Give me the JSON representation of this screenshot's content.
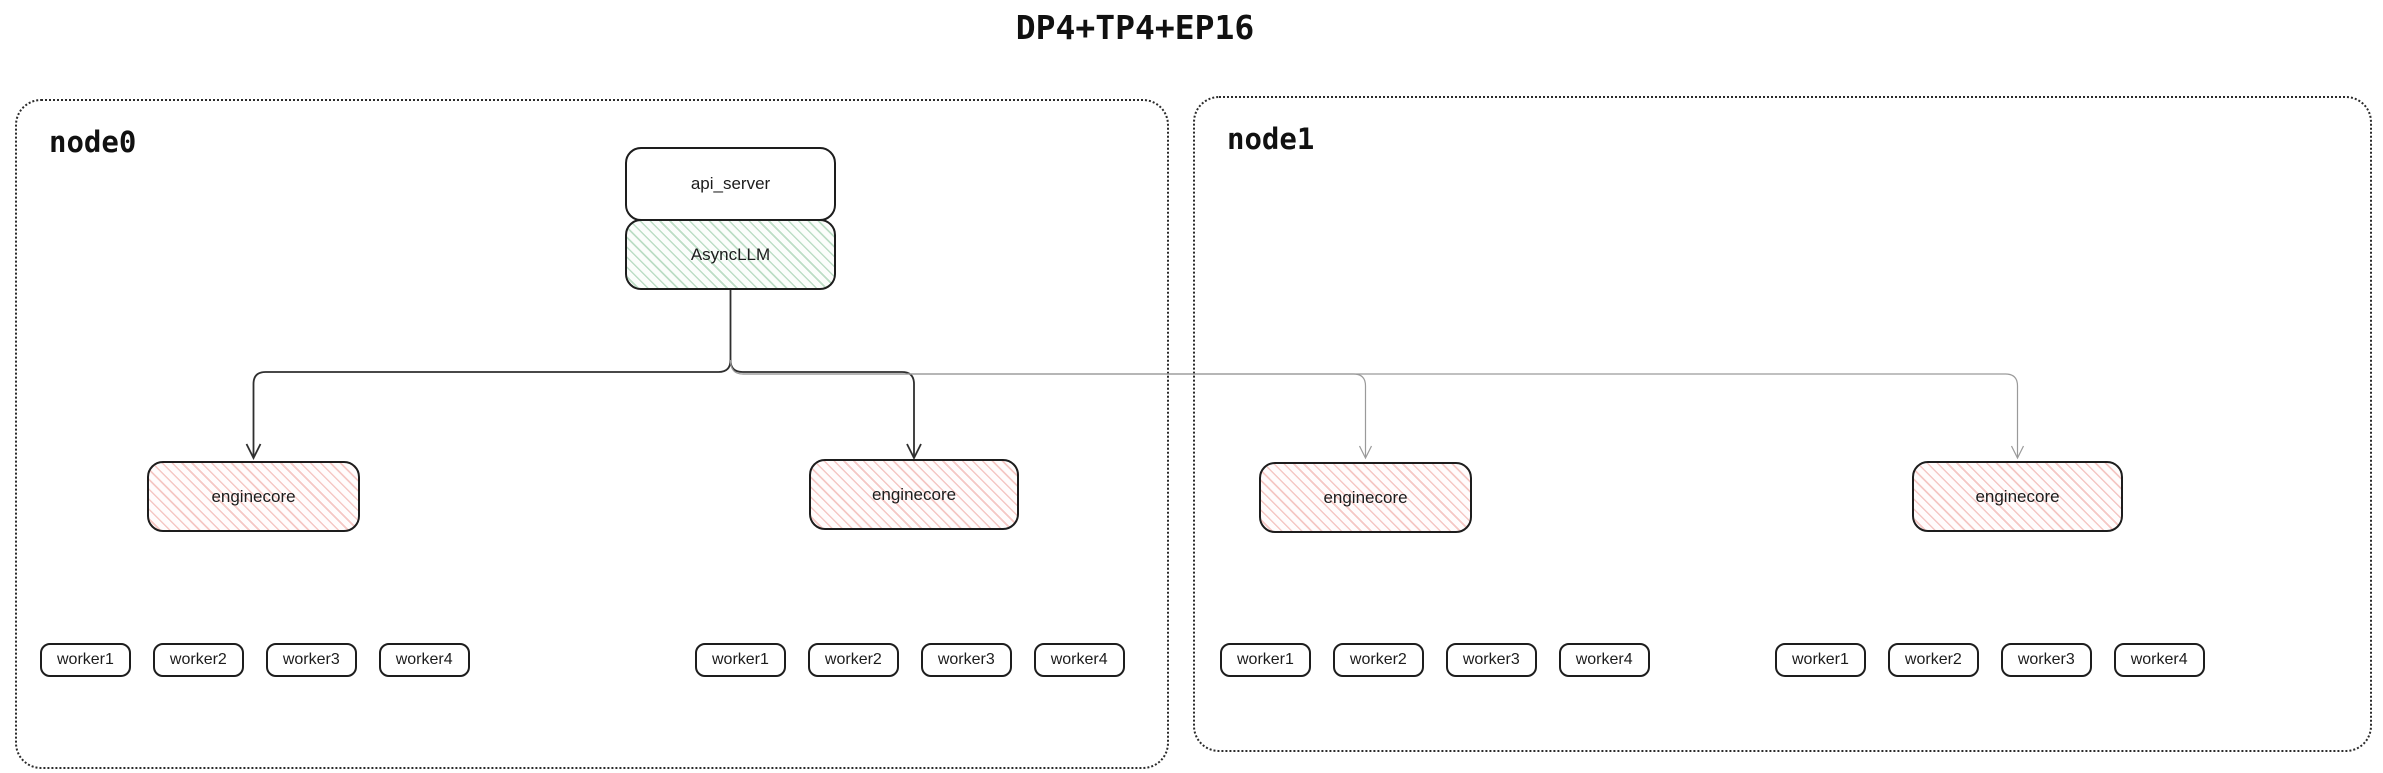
{
  "title": "DP4+TP4+EP16",
  "colors": {
    "line_dark": "#2f2f2f",
    "line_light": "#9a9a9a",
    "border": "#1d1d1d",
    "async_bg": "#fbfdfb",
    "async_hatch": "#3f9e5a55",
    "engine_bg": "#fffcfc",
    "engine_hatch": "#e05e5455"
  },
  "nodes": [
    {
      "label": "node0",
      "api_server_label": "api_server",
      "async_llm_label": "AsyncLLM",
      "enginecores": [
        {
          "label": "enginecore",
          "workers": [
            "worker1",
            "worker2",
            "worker3",
            "worker4"
          ]
        },
        {
          "label": "enginecore",
          "workers": [
            "worker1",
            "worker2",
            "worker3",
            "worker4"
          ]
        }
      ]
    },
    {
      "label": "node1",
      "enginecores": [
        {
          "label": "enginecore",
          "workers": [
            "worker1",
            "worker2",
            "worker3",
            "worker4"
          ]
        },
        {
          "label": "enginecore",
          "workers": [
            "worker1",
            "worker2",
            "worker3",
            "worker4"
          ]
        }
      ]
    }
  ]
}
